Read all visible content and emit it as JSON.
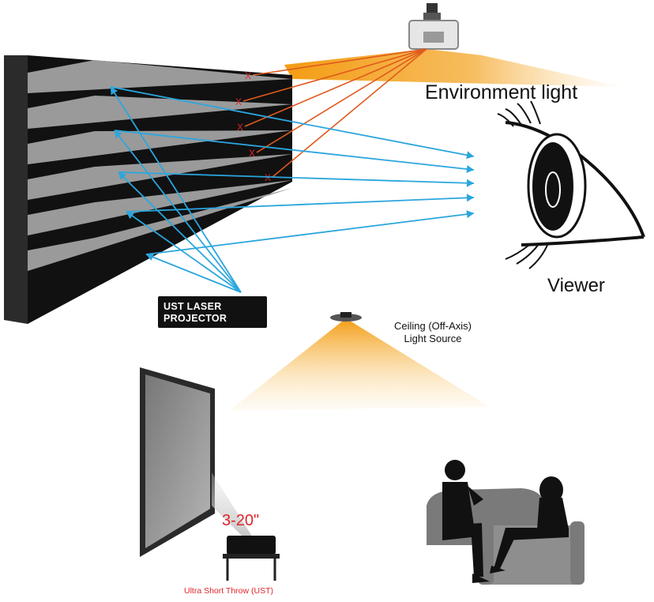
{
  "labels": {
    "environment_light": "Environment light",
    "viewer": "Viewer",
    "ceiling_line1": "Ceiling (Off-Axis)",
    "ceiling_line2": "Light Source",
    "projector_line1": "UST LASER",
    "projector_line2": "PROJECTOR",
    "throw_distance": "3-20\"",
    "throw_caption": "Ultra Short Throw (UST)"
  },
  "reject_mark": "X",
  "colors": {
    "ambient_ray": "#e05a1e",
    "projector_ray": "#2ba6de",
    "light_cone": "#f5a623",
    "screen_dark": "#111111",
    "screen_face": "#9a9a9a",
    "accent_red": "#e0252b"
  },
  "icons": {
    "ceiling_projector": "projector-icon",
    "eye": "eye-icon",
    "ust_projector": "ust-projector-icon",
    "ceiling_light": "ceiling-light-icon",
    "wall_screen": "screen-icon",
    "people": "seated-people-icon"
  }
}
